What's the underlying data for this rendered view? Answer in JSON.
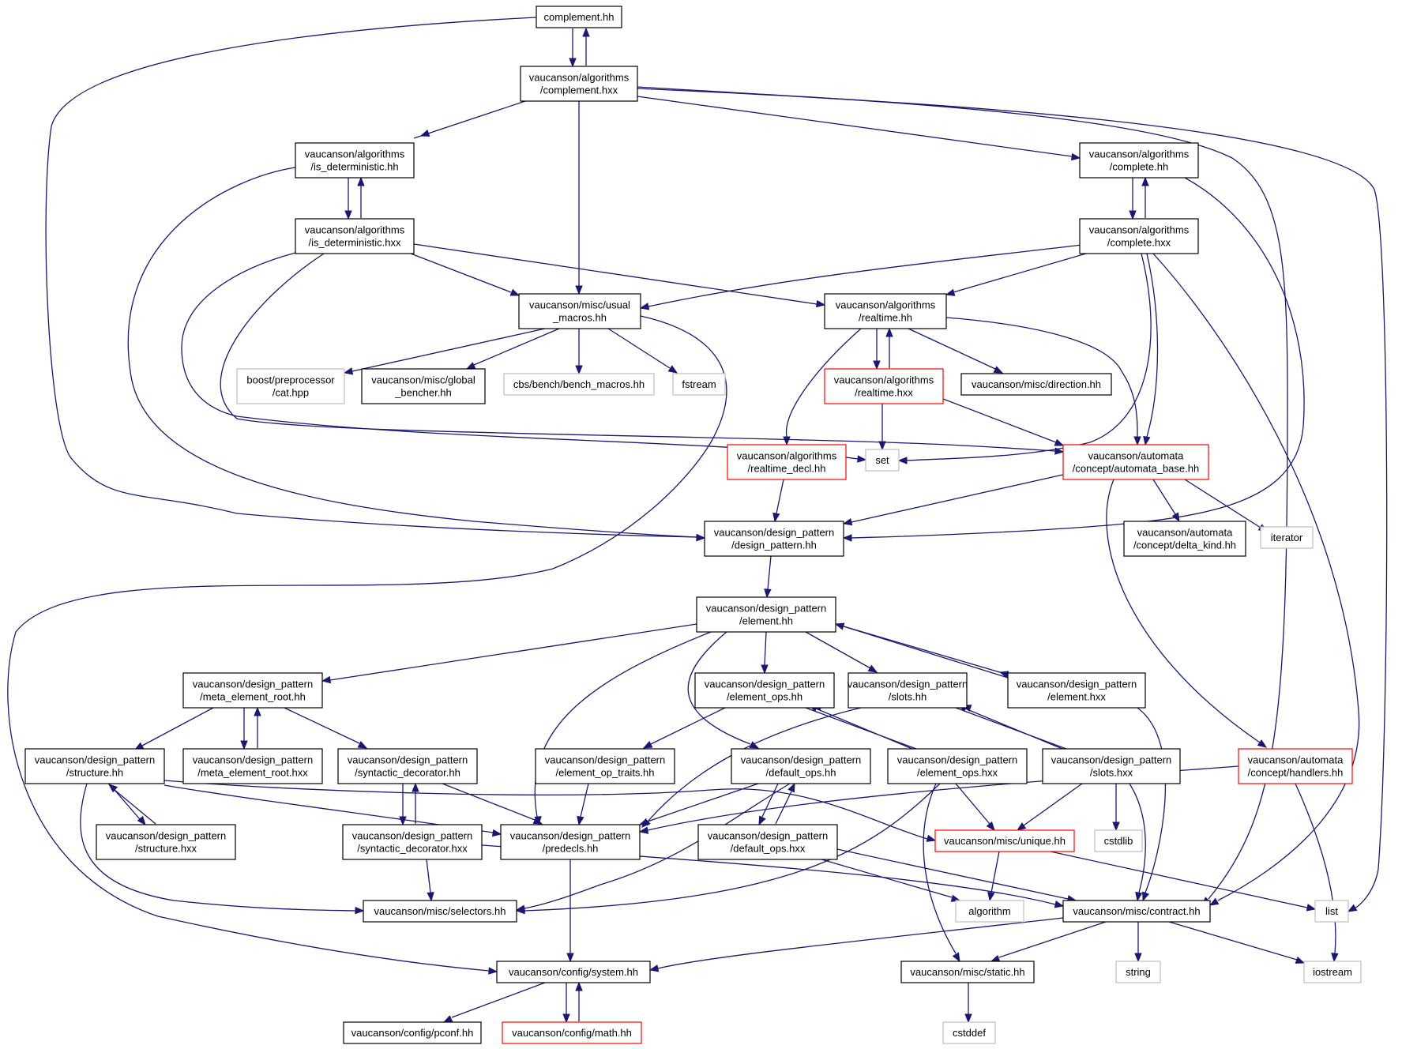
{
  "graph": {
    "title": "",
    "colors": {
      "edge": "#191970",
      "normal_border": "#000000",
      "truncated_border": "#ff0000",
      "external_border": "#bfbfbf",
      "root_fill": "#bfbfbf",
      "node_fill": "#ffffff"
    },
    "nodes": [
      {
        "id": "n0",
        "kind": "root",
        "lines": [
          "complement.hh"
        ]
      },
      {
        "id": "n1",
        "kind": "normal",
        "lines": [
          "vaucanson/algorithms",
          "/complement.hxx"
        ]
      },
      {
        "id": "n2",
        "kind": "normal",
        "lines": [
          "vaucanson/algorithms",
          "/is_deterministic.hh"
        ]
      },
      {
        "id": "n3",
        "kind": "normal",
        "lines": [
          "vaucanson/algorithms",
          "/complete.hh"
        ]
      },
      {
        "id": "n4",
        "kind": "normal",
        "lines": [
          "vaucanson/algorithms",
          "/is_deterministic.hxx"
        ]
      },
      {
        "id": "n5",
        "kind": "normal",
        "lines": [
          "vaucanson/algorithms",
          "/complete.hxx"
        ]
      },
      {
        "id": "n6",
        "kind": "normal",
        "lines": [
          "vaucanson/misc/usual",
          "_macros.hh"
        ]
      },
      {
        "id": "n7",
        "kind": "normal",
        "lines": [
          "vaucanson/algorithms",
          "/realtime.hh"
        ]
      },
      {
        "id": "n8",
        "kind": "external",
        "lines": [
          "boost/preprocessor",
          "/cat.hpp"
        ]
      },
      {
        "id": "n9",
        "kind": "normal",
        "lines": [
          "vaucanson/misc/global",
          "_bencher.hh"
        ]
      },
      {
        "id": "n10",
        "kind": "external",
        "lines": [
          "cbs/bench/bench_macros.hh"
        ]
      },
      {
        "id": "n11",
        "kind": "external",
        "lines": [
          "fstream"
        ]
      },
      {
        "id": "n12",
        "kind": "truncated",
        "lines": [
          "vaucanson/algorithms",
          "/realtime.hxx"
        ]
      },
      {
        "id": "n13",
        "kind": "normal",
        "lines": [
          "vaucanson/misc/direction.hh"
        ]
      },
      {
        "id": "n14",
        "kind": "truncated",
        "lines": [
          "vaucanson/algorithms",
          "/realtime_decl.hh"
        ]
      },
      {
        "id": "n15",
        "kind": "external",
        "lines": [
          "set"
        ]
      },
      {
        "id": "n16",
        "kind": "truncated",
        "lines": [
          "vaucanson/automata",
          "/concept/automata_base.hh"
        ]
      },
      {
        "id": "n17",
        "kind": "normal",
        "lines": [
          "vaucanson/design_pattern",
          "/design_pattern.hh"
        ]
      },
      {
        "id": "n18",
        "kind": "normal",
        "lines": [
          "vaucanson/automata",
          "/concept/delta_kind.hh"
        ]
      },
      {
        "id": "n19",
        "kind": "external",
        "lines": [
          "iterator"
        ]
      },
      {
        "id": "n20",
        "kind": "normal",
        "lines": [
          "vaucanson/design_pattern",
          "/element.hh"
        ]
      },
      {
        "id": "n21",
        "kind": "normal",
        "lines": [
          "vaucanson/design_pattern",
          "/meta_element_root.hh"
        ]
      },
      {
        "id": "n22",
        "kind": "normal",
        "lines": [
          "vaucanson/design_pattern",
          "/element_ops.hh"
        ]
      },
      {
        "id": "n23",
        "kind": "normal",
        "lines": [
          "vaucanson/design_pattern",
          "/slots.hh"
        ]
      },
      {
        "id": "n24",
        "kind": "normal",
        "lines": [
          "vaucanson/design_pattern",
          "/element.hxx"
        ]
      },
      {
        "id": "n25",
        "kind": "normal",
        "lines": [
          "vaucanson/design_pattern",
          "/structure.hh"
        ]
      },
      {
        "id": "n26",
        "kind": "normal",
        "lines": [
          "vaucanson/design_pattern",
          "/meta_element_root.hxx"
        ]
      },
      {
        "id": "n27",
        "kind": "normal",
        "lines": [
          "vaucanson/design_pattern",
          "/syntactic_decorator.hh"
        ]
      },
      {
        "id": "n28",
        "kind": "normal",
        "lines": [
          "vaucanson/design_pattern",
          "/element_op_traits.hh"
        ]
      },
      {
        "id": "n29",
        "kind": "normal",
        "lines": [
          "vaucanson/design_pattern",
          "/default_ops.hh"
        ]
      },
      {
        "id": "n30",
        "kind": "normal",
        "lines": [
          "vaucanson/design_pattern",
          "/element_ops.hxx"
        ]
      },
      {
        "id": "n31",
        "kind": "normal",
        "lines": [
          "vaucanson/design_pattern",
          "/slots.hxx"
        ]
      },
      {
        "id": "n32",
        "kind": "truncated",
        "lines": [
          "vaucanson/automata",
          "/concept/handlers.hh"
        ]
      },
      {
        "id": "n33",
        "kind": "normal",
        "lines": [
          "vaucanson/design_pattern",
          "/structure.hxx"
        ]
      },
      {
        "id": "n34",
        "kind": "normal",
        "lines": [
          "vaucanson/design_pattern",
          "/syntactic_decorator.hxx"
        ]
      },
      {
        "id": "n35",
        "kind": "normal",
        "lines": [
          "vaucanson/design_pattern",
          "/predecls.hh"
        ]
      },
      {
        "id": "n36",
        "kind": "normal",
        "lines": [
          "vaucanson/design_pattern",
          "/default_ops.hxx"
        ]
      },
      {
        "id": "n37",
        "kind": "truncated",
        "lines": [
          "vaucanson/misc/unique.hh"
        ]
      },
      {
        "id": "n38",
        "kind": "external",
        "lines": [
          "cstdlib"
        ]
      },
      {
        "id": "n39",
        "kind": "normal",
        "lines": [
          "vaucanson/misc/selectors.hh"
        ]
      },
      {
        "id": "n40",
        "kind": "external",
        "lines": [
          "algorithm"
        ]
      },
      {
        "id": "n41",
        "kind": "normal",
        "lines": [
          "vaucanson/misc/contract.hh"
        ]
      },
      {
        "id": "n42",
        "kind": "external",
        "lines": [
          "list"
        ]
      },
      {
        "id": "n43",
        "kind": "normal",
        "lines": [
          "vaucanson/config/system.hh"
        ]
      },
      {
        "id": "n44",
        "kind": "normal",
        "lines": [
          "vaucanson/misc/static.hh"
        ]
      },
      {
        "id": "n45",
        "kind": "external",
        "lines": [
          "string"
        ]
      },
      {
        "id": "n46",
        "kind": "external",
        "lines": [
          "iostream"
        ]
      },
      {
        "id": "n47",
        "kind": "normal",
        "lines": [
          "vaucanson/config/pconf.hh"
        ]
      },
      {
        "id": "n48",
        "kind": "truncated",
        "lines": [
          "vaucanson/config/math.hh"
        ]
      },
      {
        "id": "n49",
        "kind": "external",
        "lines": [
          "cstddef"
        ]
      }
    ],
    "edges": [
      [
        "n0",
        "n1"
      ],
      [
        "n1",
        "n0"
      ],
      [
        "n0",
        "n17"
      ],
      [
        "n1",
        "n2"
      ],
      [
        "n1",
        "n3"
      ],
      [
        "n1",
        "n6"
      ],
      [
        "n1",
        "n41"
      ],
      [
        "n1",
        "n42"
      ],
      [
        "n2",
        "n4"
      ],
      [
        "n4",
        "n2"
      ],
      [
        "n2",
        "n17"
      ],
      [
        "n3",
        "n5"
      ],
      [
        "n5",
        "n3"
      ],
      [
        "n3",
        "n17"
      ],
      [
        "n4",
        "n6"
      ],
      [
        "n4",
        "n7"
      ],
      [
        "n4",
        "n15"
      ],
      [
        "n4",
        "n16"
      ],
      [
        "n5",
        "n6"
      ],
      [
        "n5",
        "n7"
      ],
      [
        "n5",
        "n15"
      ],
      [
        "n5",
        "n16"
      ],
      [
        "n5",
        "n41"
      ],
      [
        "n6",
        "n8"
      ],
      [
        "n6",
        "n9"
      ],
      [
        "n6",
        "n10"
      ],
      [
        "n6",
        "n11"
      ],
      [
        "n6",
        "n43"
      ],
      [
        "n7",
        "n12"
      ],
      [
        "n12",
        "n7"
      ],
      [
        "n7",
        "n13"
      ],
      [
        "n7",
        "n14"
      ],
      [
        "n7",
        "n16"
      ],
      [
        "n12",
        "n15"
      ],
      [
        "n12",
        "n16"
      ],
      [
        "n14",
        "n17"
      ],
      [
        "n16",
        "n17"
      ],
      [
        "n16",
        "n18"
      ],
      [
        "n16",
        "n19"
      ],
      [
        "n16",
        "n32"
      ],
      [
        "n17",
        "n20"
      ],
      [
        "n20",
        "n21"
      ],
      [
        "n20",
        "n22"
      ],
      [
        "n20",
        "n23"
      ],
      [
        "n20",
        "n24"
      ],
      [
        "n24",
        "n20"
      ],
      [
        "n20",
        "n29"
      ],
      [
        "n20",
        "n35"
      ],
      [
        "n21",
        "n25"
      ],
      [
        "n21",
        "n26"
      ],
      [
        "n26",
        "n21"
      ],
      [
        "n21",
        "n27"
      ],
      [
        "n22",
        "n28"
      ],
      [
        "n22",
        "n30"
      ],
      [
        "n30",
        "n22"
      ],
      [
        "n23",
        "n31"
      ],
      [
        "n31",
        "n23"
      ],
      [
        "n23",
        "n35"
      ],
      [
        "n24",
        "n41"
      ],
      [
        "n25",
        "n33"
      ],
      [
        "n33",
        "n25"
      ],
      [
        "n25",
        "n35"
      ],
      [
        "n25",
        "n37"
      ],
      [
        "n25",
        "n39"
      ],
      [
        "n27",
        "n34"
      ],
      [
        "n34",
        "n27"
      ],
      [
        "n27",
        "n35"
      ],
      [
        "n28",
        "n35"
      ],
      [
        "n29",
        "n36"
      ],
      [
        "n36",
        "n29"
      ],
      [
        "n29",
        "n35"
      ],
      [
        "n29",
        "n39"
      ],
      [
        "n30",
        "n37"
      ],
      [
        "n30",
        "n39"
      ],
      [
        "n30",
        "n44"
      ],
      [
        "n31",
        "n37"
      ],
      [
        "n31",
        "n38"
      ],
      [
        "n31",
        "n41"
      ],
      [
        "n32",
        "n35"
      ],
      [
        "n32",
        "n46"
      ],
      [
        "n34",
        "n39"
      ],
      [
        "n34",
        "n41"
      ],
      [
        "n35",
        "n43"
      ],
      [
        "n36",
        "n40"
      ],
      [
        "n36",
        "n41"
      ],
      [
        "n37",
        "n40"
      ],
      [
        "n37",
        "n42"
      ],
      [
        "n41",
        "n43"
      ],
      [
        "n41",
        "n44"
      ],
      [
        "n41",
        "n45"
      ],
      [
        "n41",
        "n46"
      ],
      [
        "n43",
        "n47"
      ],
      [
        "n43",
        "n48"
      ],
      [
        "n48",
        "n43"
      ],
      [
        "n44",
        "n49"
      ]
    ]
  }
}
